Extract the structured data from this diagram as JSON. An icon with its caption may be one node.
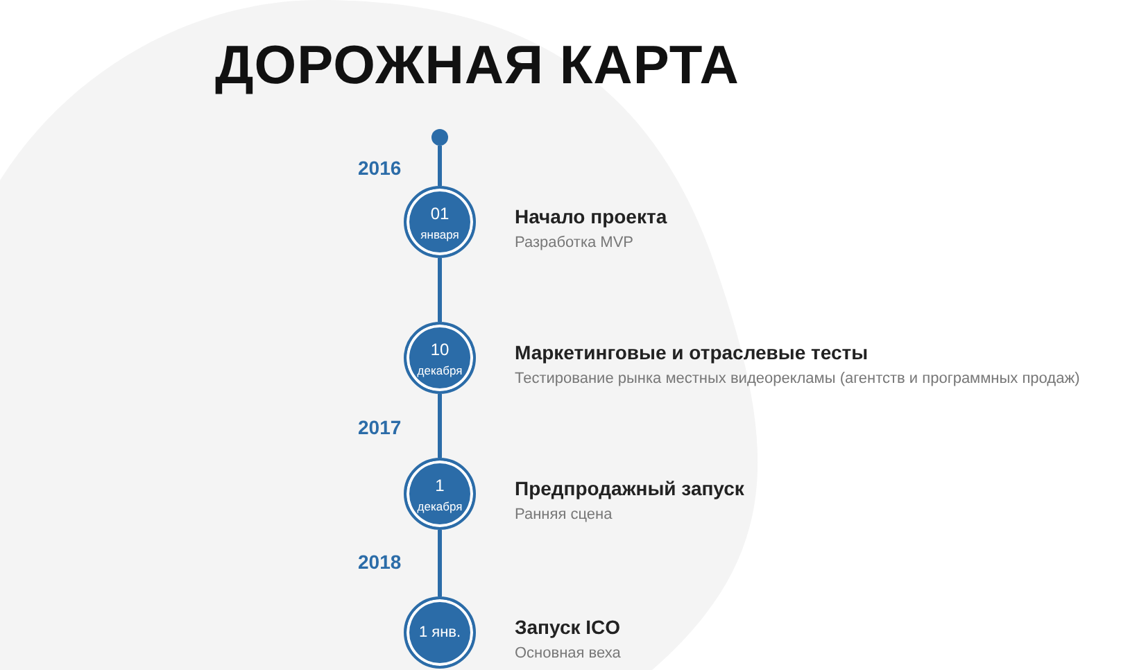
{
  "diagram": {
    "title": "ДОРОЖНАЯ КАРТА",
    "nodes": [
      {
        "text": [],
        "shape": "circle"
      },
      {
        "text": [
          "01",
          "января"
        ],
        "beside": [
          "Начало проекта",
          "Разработка MVP"
        ]
      },
      {
        "text": [
          "10",
          "декабря"
        ],
        "beside": [
          "Маркетинговые и отраслевые тесты",
          "Тестирование рынка местных видеорекламы (агентств и программных продаж)"
        ]
      },
      {
        "text": [
          "1",
          "декабря"
        ],
        "beside": [
          "Предпродажный запуск",
          "Ранняя сцена"
        ]
      },
      {
        "text": [
          "1 янв."
        ],
        "beside": [
          "Запуск ICO",
          "Основная веха"
        ]
      }
    ],
    "edges": [
      {
        "from": 0,
        "to": 1,
        "arrow": "none"
      },
      {
        "from": 1,
        "to": 2,
        "arrow": "none"
      },
      {
        "from": 2,
        "to": 3,
        "arrow": "none"
      },
      {
        "from": 3,
        "to": 4,
        "arrow": "none"
      }
    ],
    "labels": [
      "2016",
      "2017",
      "2018"
    ]
  }
}
